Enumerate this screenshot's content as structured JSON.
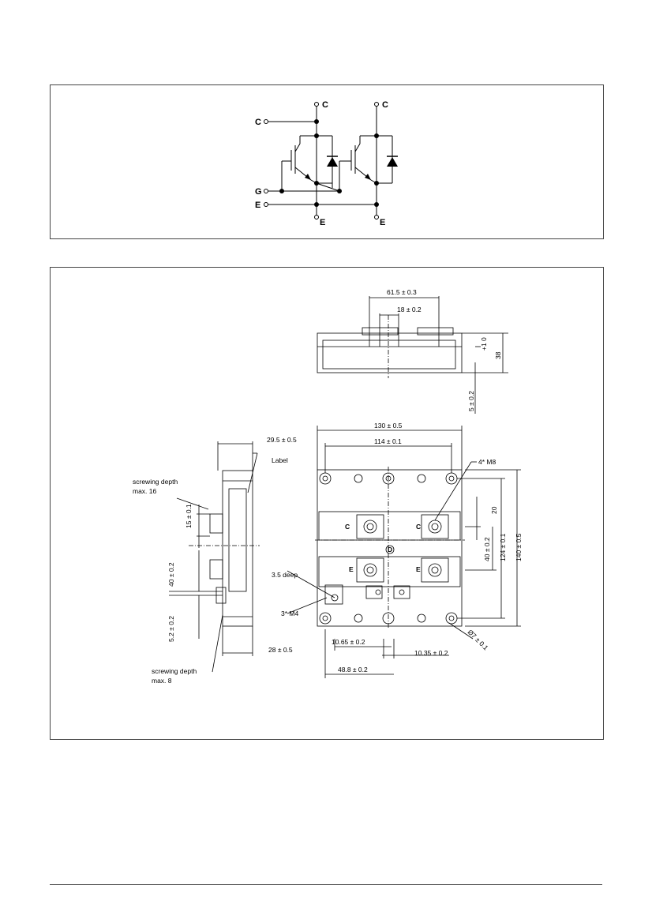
{
  "schematic": {
    "pins": {
      "c_top_left": "C",
      "c_top_right": "C",
      "c_left": "C",
      "g_left": "G",
      "e_left": "E",
      "e_bottom_left": "E",
      "e_bottom_right": "E"
    }
  },
  "drawing": {
    "top_view": {
      "dim_61_5": "61.5 ± 0.3",
      "dim_18": "18 ± 0.2",
      "dim_38": "38",
      "dim_38_tol": "+1\n0",
      "dim_5": "5 ± 0.2"
    },
    "side_view": {
      "dim_29_5": "29.5 ± 0.5",
      "label": "Label",
      "screw_depth_16_l1": "screwing depth",
      "screw_depth_16_l2": "max. 16",
      "dim_15": "15 ± 0.1",
      "dim_40": "40 ± 0.2",
      "dim_5_2": "5.2 ± 0.2",
      "dim_28": "28 ± 0.5",
      "screw_depth_8_l1": "screwing depth",
      "screw_depth_8_l2": "max. 8"
    },
    "front_view": {
      "dim_130": "130 ± 0.5",
      "dim_114": "114 ± 0.1",
      "m8": "4* M8",
      "dim_20": "20",
      "dim_40": "40 ± 0.2",
      "dim_124": "124 ± 0.1",
      "dim_140": "140 ± 0.5",
      "deep": "3.5 deep",
      "m4": "3* M4",
      "dia7": "Ø7 ± 0.1",
      "dim_10_65": "10.65 ± 0.2",
      "dim_10_35": "10.35 ± 0.2",
      "dim_48_8": "48.8 ± 0.2",
      "terminal_c1": "C",
      "terminal_c2": "C",
      "terminal_e1": "E",
      "terminal_e2": "E",
      "terminal_d": "D"
    }
  }
}
